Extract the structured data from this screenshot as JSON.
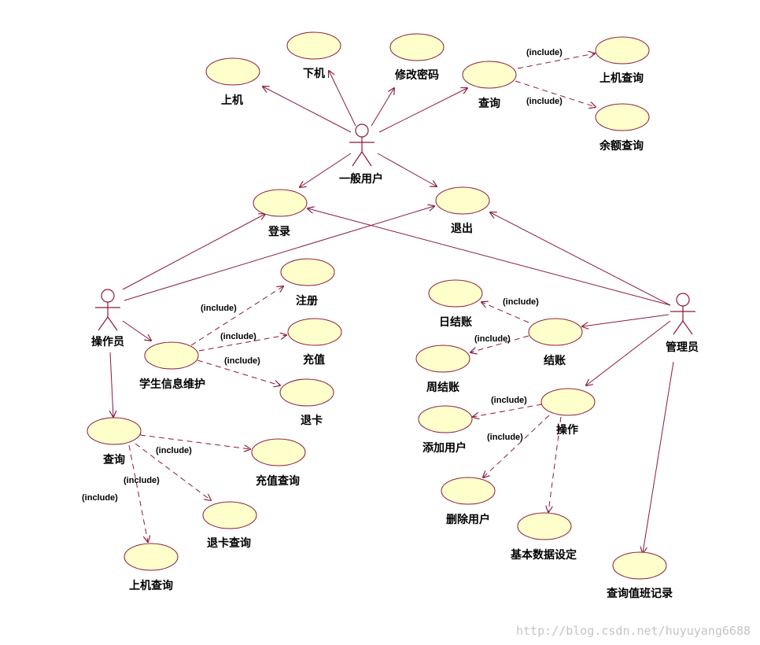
{
  "colors": {
    "use_case_fill": "#ffffcc",
    "line": "#8b1a3a",
    "text": "#000000",
    "watermark": "#c4c4c4"
  },
  "actors": {
    "general_user": "一般用户",
    "operator": "操作员",
    "admin": "管理员"
  },
  "use_cases": {
    "computer_on": "上机",
    "computer_off": "下机",
    "change_password": "修改密码",
    "query_user": "查询",
    "computer_on_query_user": "上机查询",
    "balance_query": "余额查询",
    "login": "登录",
    "logout": "退出",
    "register": "注册",
    "recharge": "充值",
    "refund_card": "退卡",
    "student_info": "学生信息维护",
    "query_operator": "查询",
    "recharge_query": "充值查询",
    "refund_query": "退卡查询",
    "computer_on_query_operator": "上机查询",
    "daily_checkout": "日结账",
    "weekly_checkout": "周结账",
    "checkout": "结账",
    "add_user": "添加用户",
    "operation": "操作",
    "delete_user": "删除用户",
    "basic_data_settings": "基本数据设定",
    "duty_record_query": "查询值班记录"
  },
  "relations": {
    "include": "(include)"
  },
  "watermark": "http://blog.csdn.net/huyuyang6688"
}
